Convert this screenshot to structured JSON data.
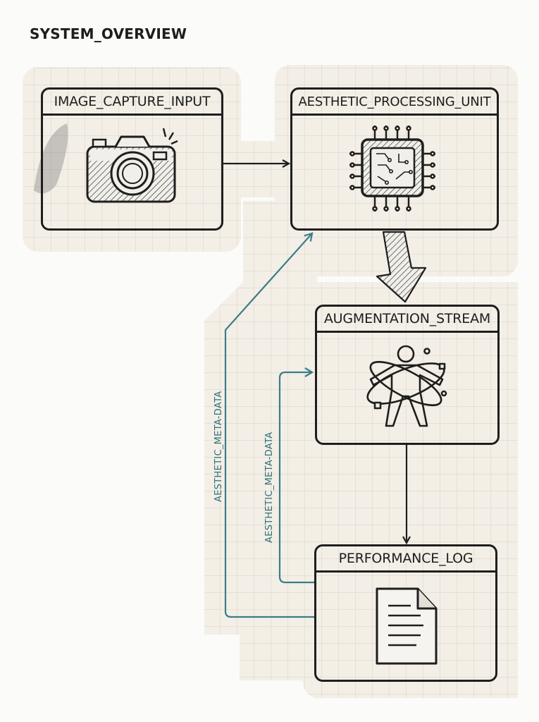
{
  "diagram": {
    "title": "SYSTEM_OVERVIEW",
    "nodes": [
      {
        "id": "image_capture_input",
        "label": "IMAGE_CAPTURE_INPUT",
        "icon": "camera-icon"
      },
      {
        "id": "aesthetic_processing_unit",
        "label": "AESTHETIC_PROCESSING_UNIT",
        "icon": "cpu-chip-icon"
      },
      {
        "id": "augmentation_stream",
        "label": "AUGMENTATION_STREAM",
        "icon": "human-orbit-icon"
      },
      {
        "id": "performance_log",
        "label": "PERFORMANCE_LOG",
        "icon": "document-icon"
      }
    ],
    "edges": [
      {
        "from": "image_capture_input",
        "to": "aesthetic_processing_unit",
        "label": ""
      },
      {
        "from": "aesthetic_processing_unit",
        "to": "augmentation_stream",
        "label": ""
      },
      {
        "from": "augmentation_stream",
        "to": "performance_log",
        "label": ""
      },
      {
        "from": "performance_log",
        "to": "aesthetic_processing_unit",
        "label": "AESTHETIC_META-DATA"
      },
      {
        "from": "performance_log",
        "to": "augmentation_stream",
        "label": "AESTHETIC_META-DATA"
      }
    ],
    "colors": {
      "ink": "#1e1e1e",
      "feedback": "#3b7c88",
      "grid_paper": "#f3efe6",
      "grid_line": "#dcd6ca"
    }
  }
}
